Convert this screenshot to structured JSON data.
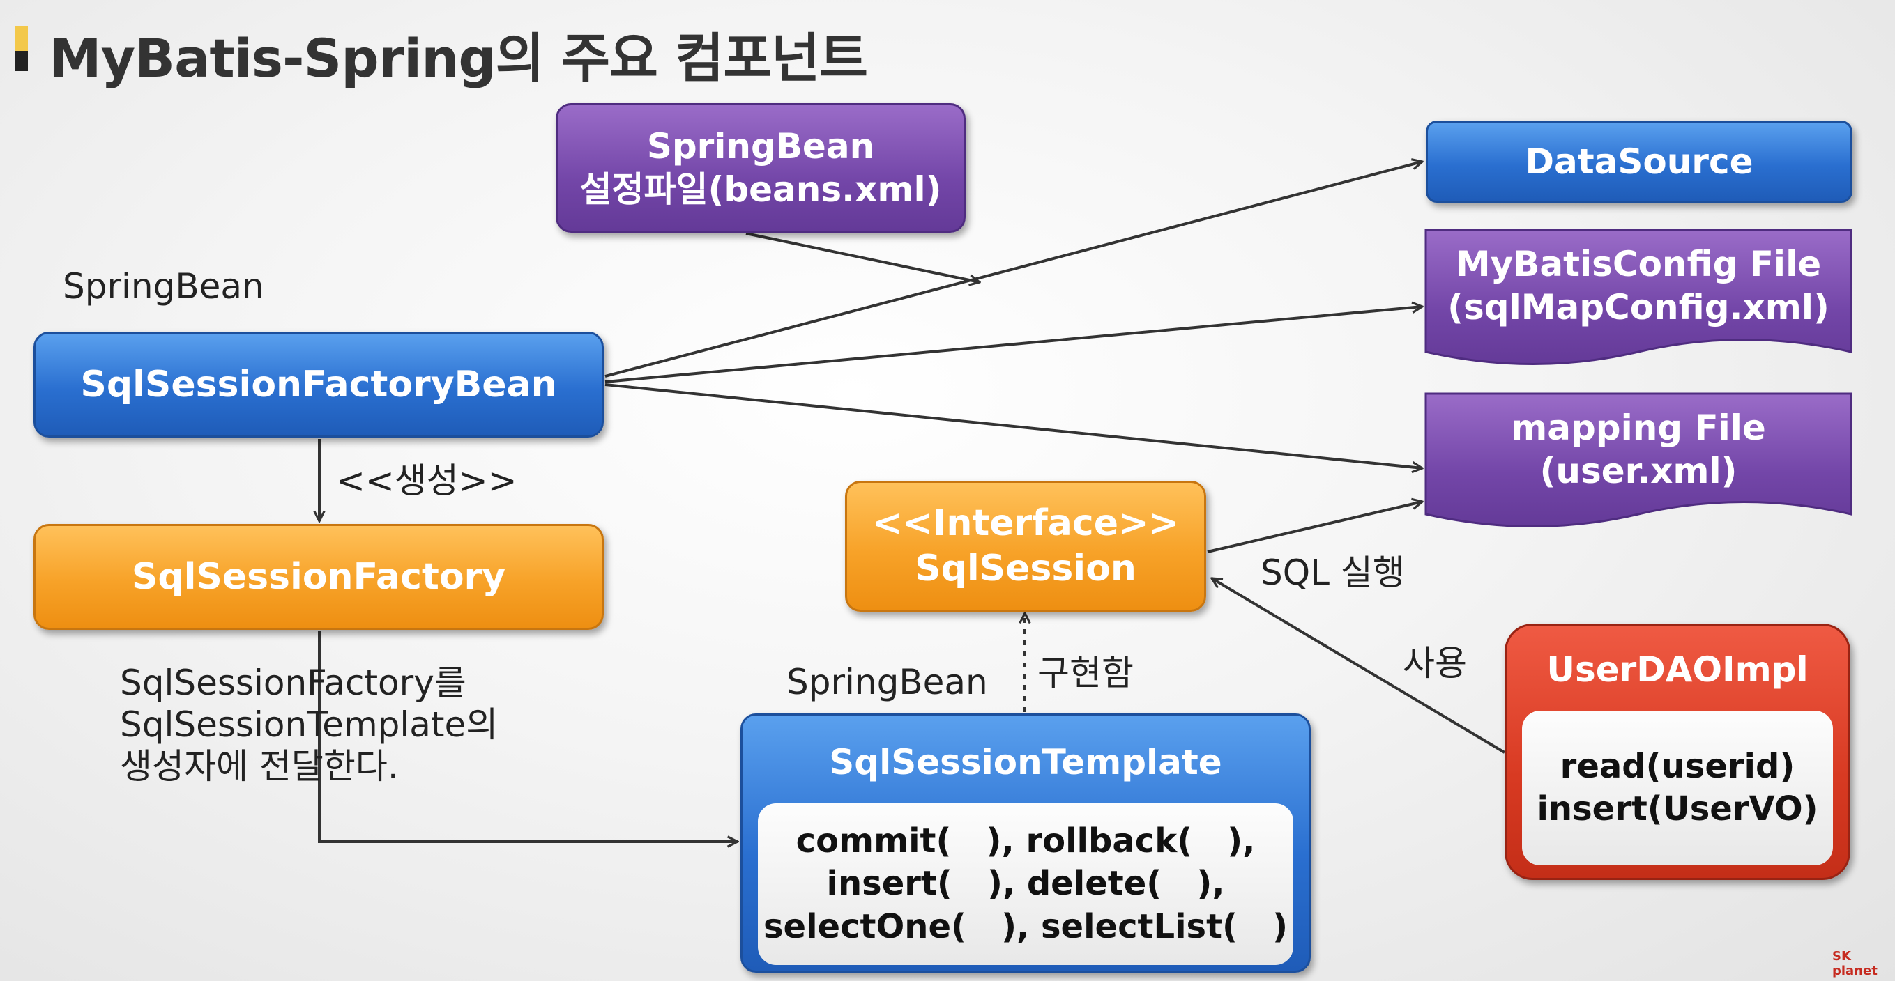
{
  "title": "MyBatis-Spring의 주요 컴포넌트",
  "labels": {
    "springbean_left": "SpringBean",
    "springbean_bottom": "SpringBean",
    "create": "<<생성>>",
    "implements": "구현함",
    "sql_exec": "SQL 실행",
    "use": "사용",
    "factory_note": [
      "SqlSessionFactory를",
      "SqlSessionTemplate의",
      "생성자에 전달한다."
    ]
  },
  "boxes": {
    "beans_config": [
      "SpringBean",
      "설정파일(beans.xml)"
    ],
    "datasource": "DataSource",
    "mybatis_config": [
      "MyBatisConfig File",
      "(sqlMapConfig.xml)"
    ],
    "mapping_file": [
      "mapping File",
      "(user.xml)"
    ],
    "factory_bean": "SqlSessionFactoryBean",
    "factory": "SqlSessionFactory",
    "sqlsession": [
      "<<Interface>>",
      "SqlSession"
    ],
    "template": {
      "title": "SqlSessionTemplate",
      "methods": [
        "commit(   ), rollback(   ),",
        "insert(   ), delete(   ),",
        "selectOne(   ), selectList(   )"
      ]
    },
    "dao": {
      "title": "UserDAOImpl",
      "methods": [
        "read(userid)",
        "insert(UserVO)"
      ]
    }
  },
  "logo": {
    "text": "SK planet"
  },
  "colors": {
    "blue": "#2a6fd0",
    "orange": "#f7a228",
    "purple": "#7346a8",
    "red": "#d83a22"
  }
}
